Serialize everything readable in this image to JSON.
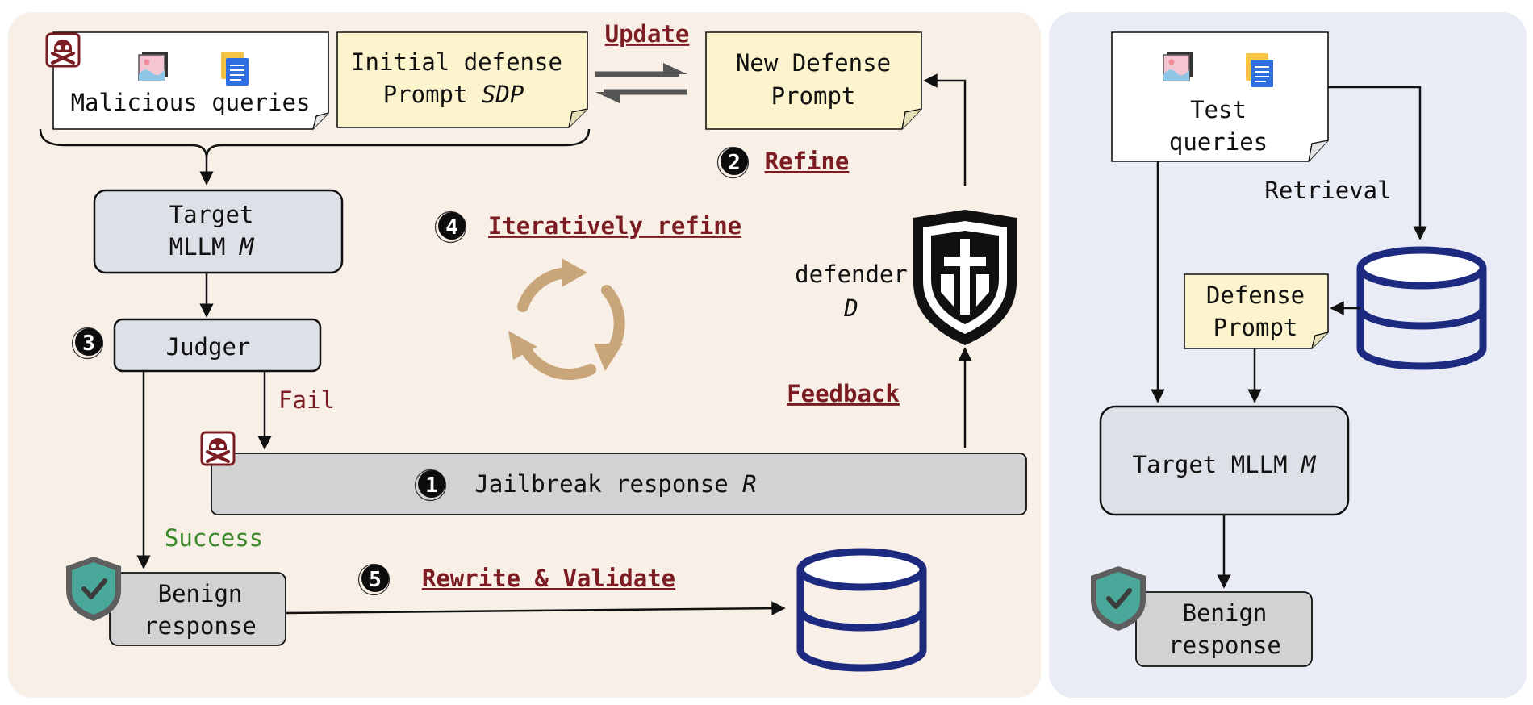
{
  "colors": {
    "left_panel_bg": "#f8efe7",
    "right_panel_bg": "#e9ecf5",
    "note_yellow": "#fbf4cc",
    "box_gray": "#dde0e6",
    "response_gray": "#d2d2d4",
    "accent_red": "#7b1c22",
    "success_green": "#3b8a2a",
    "db_blue": "#1c2a80",
    "shield_teal": "#4aa89a",
    "recycle_tan": "#c9a67a"
  },
  "left": {
    "malicious_queries": "Malicious queries",
    "initial_prompt_line1": "Initial defense",
    "initial_prompt_line2": "Prompt",
    "initial_prompt_sym": "SDP",
    "update_label": "Update",
    "new_prompt_line1": "New Defense",
    "new_prompt_line2": "Prompt",
    "refine_num": "2",
    "refine_label": "Refine",
    "target_line1": "Target",
    "target_line2": "MLLM",
    "target_sym": "M",
    "iter_num": "4",
    "iter_label": "Iteratively refine",
    "defender_label": "defender",
    "defender_sym": "D",
    "judger_num": "3",
    "judger_label": "Judger",
    "fail_label": "Fail",
    "feedback_label": "Feedback",
    "jailbreak_num": "1",
    "jailbreak_label": "Jailbreak response",
    "jailbreak_sym": "R",
    "success_label": "Success",
    "benign_line1": "Benign",
    "benign_line2": "response",
    "rewrite_num": "5",
    "rewrite_label": "Rewrite & Validate"
  },
  "right": {
    "test_line1": "Test",
    "test_line2": "queries",
    "retrieval_label": "Retrieval",
    "defense_line1": "Defense",
    "defense_line2": "Prompt",
    "target_label": "Target MLLM",
    "target_sym": "M",
    "benign_line1": "Benign",
    "benign_line2": "response"
  },
  "icons": [
    "skull-crossbones-icon",
    "image-icon",
    "document-icon",
    "shield-check-icon",
    "database-icon",
    "recycle-icon",
    "defender-shield-icon"
  ]
}
